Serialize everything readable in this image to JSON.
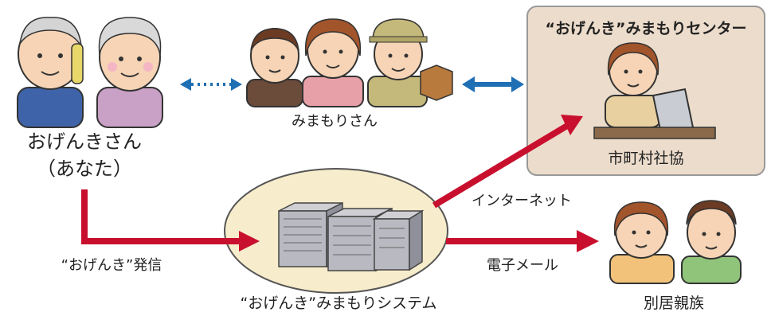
{
  "nodes": {
    "user": {
      "name": "おげんきさん",
      "sub": "（あなた）"
    },
    "watchers": {
      "label": "みまもりさん"
    },
    "center": {
      "title": "“おげんき”みまもりセンター",
      "label": "市町村社協"
    },
    "system": {
      "label": "“おげんき”みまもりシステム"
    },
    "family": {
      "label": "別居親族"
    }
  },
  "edges": {
    "send": "“おげんき”発信",
    "internet": "インターネット",
    "email": "電子メール"
  },
  "colors": {
    "red_arrow": "#c8102e",
    "blue_arrow": "#1f6fb5",
    "center_box": "#ecdccb",
    "system_ellipse": "#f7eccb"
  }
}
